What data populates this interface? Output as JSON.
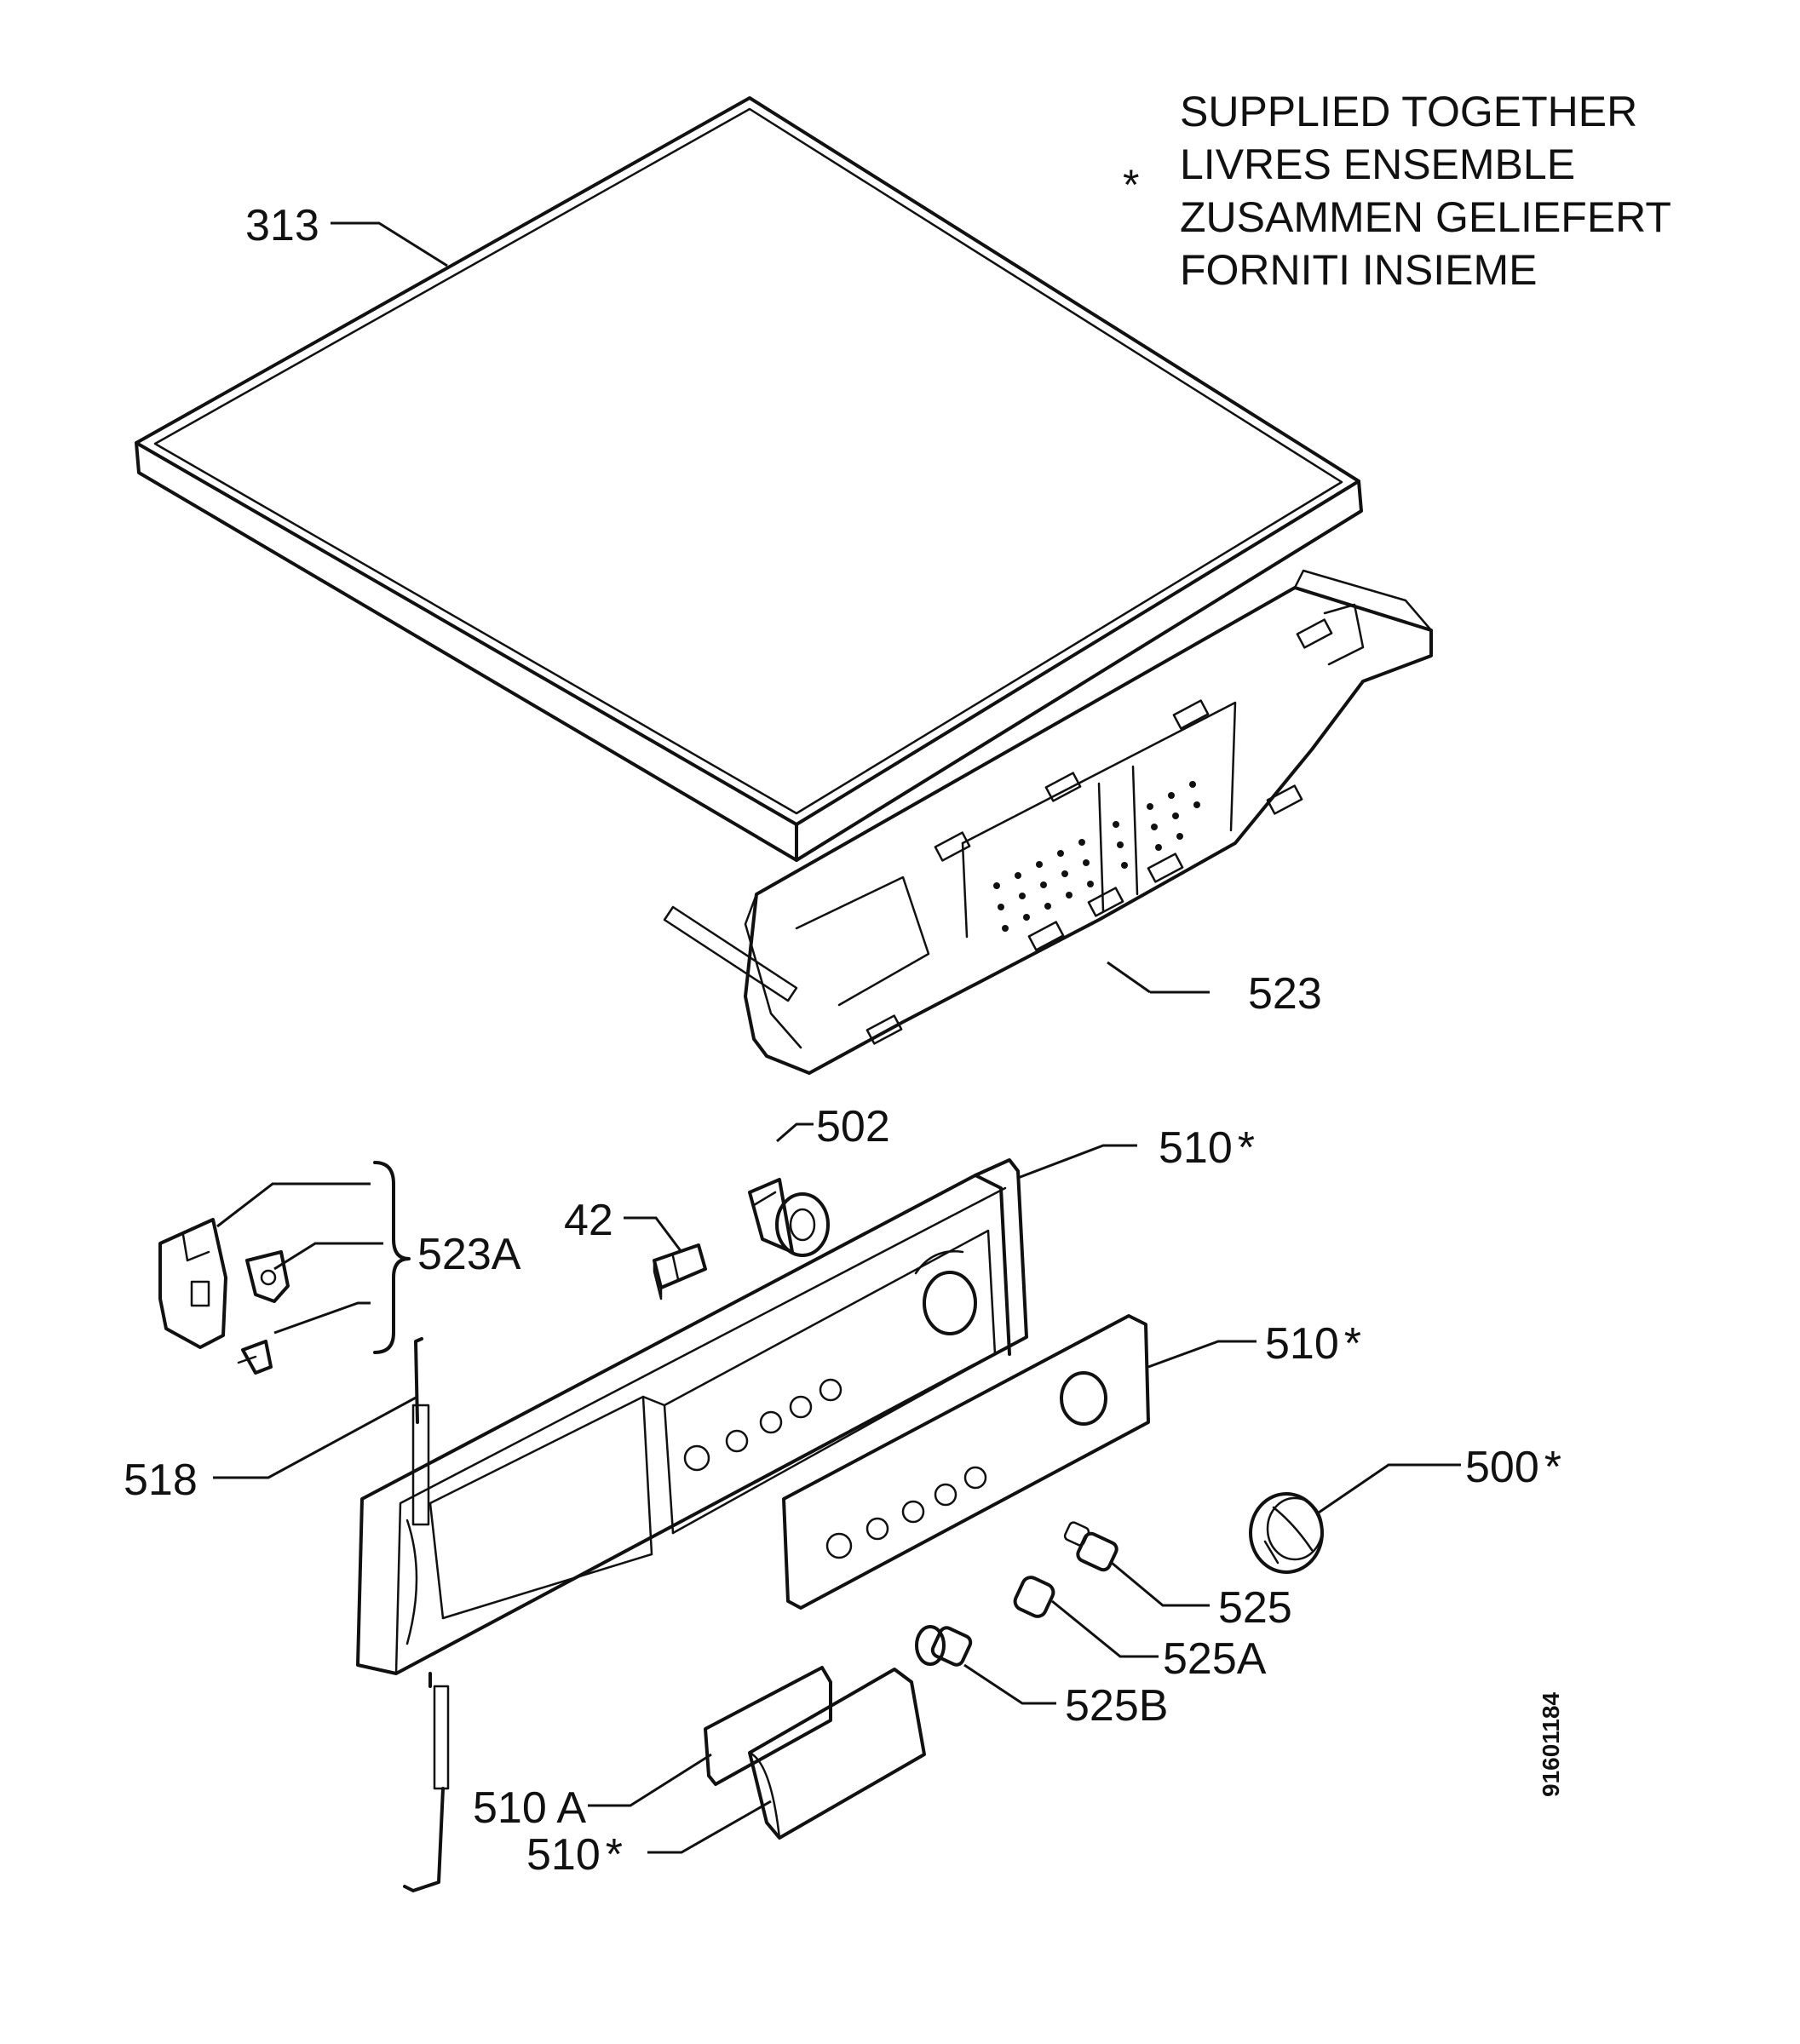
{
  "note": {
    "marker": "*",
    "lines": [
      "SUPPLIED TOGETHER",
      "LIVRES ENSEMBLE",
      "ZUSAMMEN GELIEFERT",
      "FORNITI INSIEME"
    ]
  },
  "doc_id": "91601184",
  "labels": {
    "p313": "313",
    "p523": "523",
    "p502": "502",
    "p510_top": "510",
    "p42": "42",
    "p523a": "523A",
    "p510_panel": "510",
    "p518": "518",
    "p500": "500",
    "p525": "525",
    "p525a": "525A",
    "p525b": "525B",
    "p510a": "510 A",
    "p510_handle": "510"
  },
  "asterisk": "*"
}
